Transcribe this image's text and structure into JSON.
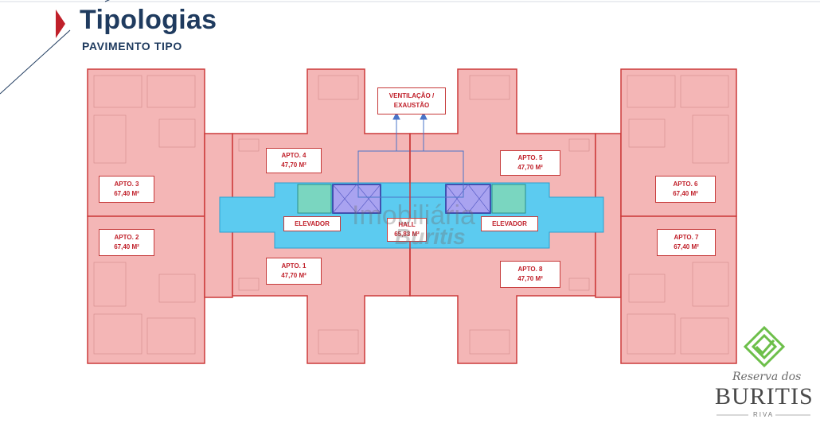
{
  "header": {
    "title": "Tipologias",
    "subtitle": "PAVIMENTO TIPO"
  },
  "plan": {
    "ventilation_line1": "VENTILAÇÃO /",
    "ventilation_line2": "EXAUSTÃO",
    "hall": {
      "name": "HALL",
      "area": "65,83 M²"
    },
    "elevator_left": "ELEVADOR",
    "elevator_right": "ELEVADOR",
    "apartments": [
      {
        "name": "APTO. 1",
        "area": "47,70 M²"
      },
      {
        "name": "APTO. 2",
        "area": "67,40 M²"
      },
      {
        "name": "APTO. 3",
        "area": "67,40 M²"
      },
      {
        "name": "APTO. 4",
        "area": "47,70 M²"
      },
      {
        "name": "APTO. 5",
        "area": "47,70 M²"
      },
      {
        "name": "APTO. 6",
        "area": "67,40 M²"
      },
      {
        "name": "APTO. 7",
        "area": "67,40 M²"
      },
      {
        "name": "APTO. 8",
        "area": "47,70 M²"
      }
    ]
  },
  "watermark": {
    "line1": "Imobiliária",
    "line2": "Buritis"
  },
  "brand": {
    "script": "Reserva dos",
    "name": "BURITIS",
    "sub": "RIVA"
  },
  "colors": {
    "title": "#1f3b5f",
    "accent_red": "#c0202a",
    "apartment_fill": "#f4b6b6",
    "hall_fill": "#5ccbf0",
    "elevator_fill": "#7ad6c0",
    "stair_fill": "#a9a3f0",
    "brand_green": "#6dbf4a"
  }
}
